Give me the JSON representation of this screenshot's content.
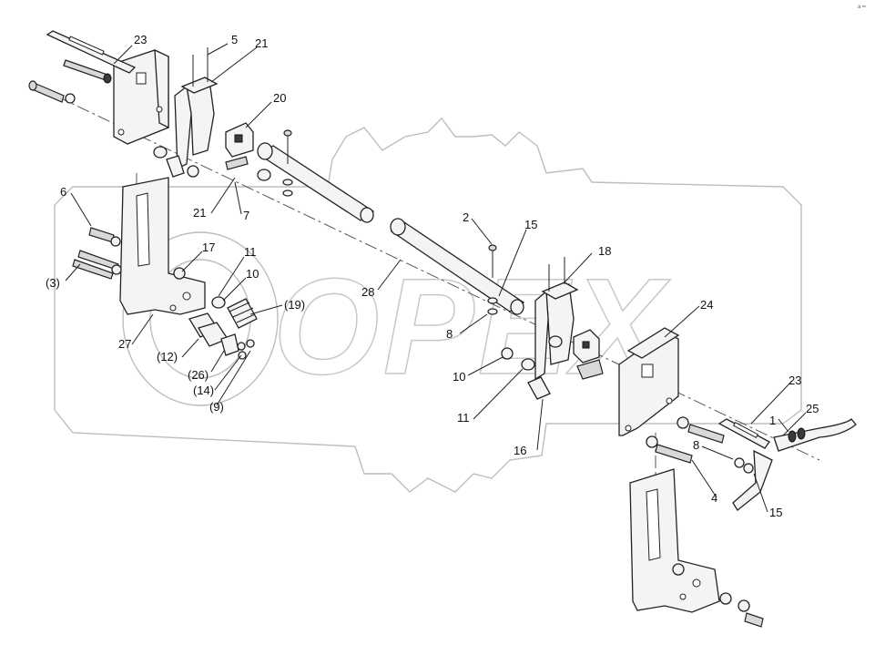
{
  "watermark": {
    "text": "OPEX"
  },
  "corner_mark": "a ━",
  "callouts": [
    {
      "id": "c23a",
      "text": "23"
    },
    {
      "id": "c5",
      "text": "5"
    },
    {
      "id": "c21a",
      "text": "21"
    },
    {
      "id": "c20",
      "text": "20"
    },
    {
      "id": "c6",
      "text": "6"
    },
    {
      "id": "c21b",
      "text": "21"
    },
    {
      "id": "c7",
      "text": "7"
    },
    {
      "id": "c3",
      "text": "(3)"
    },
    {
      "id": "c17",
      "text": "17"
    },
    {
      "id": "c11a",
      "text": "11"
    },
    {
      "id": "c10a",
      "text": "10"
    },
    {
      "id": "c19",
      "text": "(19)"
    },
    {
      "id": "c27",
      "text": "27"
    },
    {
      "id": "c12",
      "text": "(12)"
    },
    {
      "id": "c26",
      "text": "(26)"
    },
    {
      "id": "c14",
      "text": "(14)"
    },
    {
      "id": "c9",
      "text": "(9)"
    },
    {
      "id": "c2",
      "text": "2"
    },
    {
      "id": "c15a",
      "text": "15"
    },
    {
      "id": "c18",
      "text": "18"
    },
    {
      "id": "c28",
      "text": "28"
    },
    {
      "id": "c8a",
      "text": "8"
    },
    {
      "id": "c10b",
      "text": "10"
    },
    {
      "id": "c11b",
      "text": "11"
    },
    {
      "id": "c24",
      "text": "24"
    },
    {
      "id": "c16",
      "text": "16"
    },
    {
      "id": "c23b",
      "text": "23"
    },
    {
      "id": "c25",
      "text": "25"
    },
    {
      "id": "c1",
      "text": "1"
    },
    {
      "id": "c8b",
      "text": "8"
    },
    {
      "id": "c4",
      "text": "4"
    },
    {
      "id": "c15b",
      "text": "15"
    }
  ]
}
